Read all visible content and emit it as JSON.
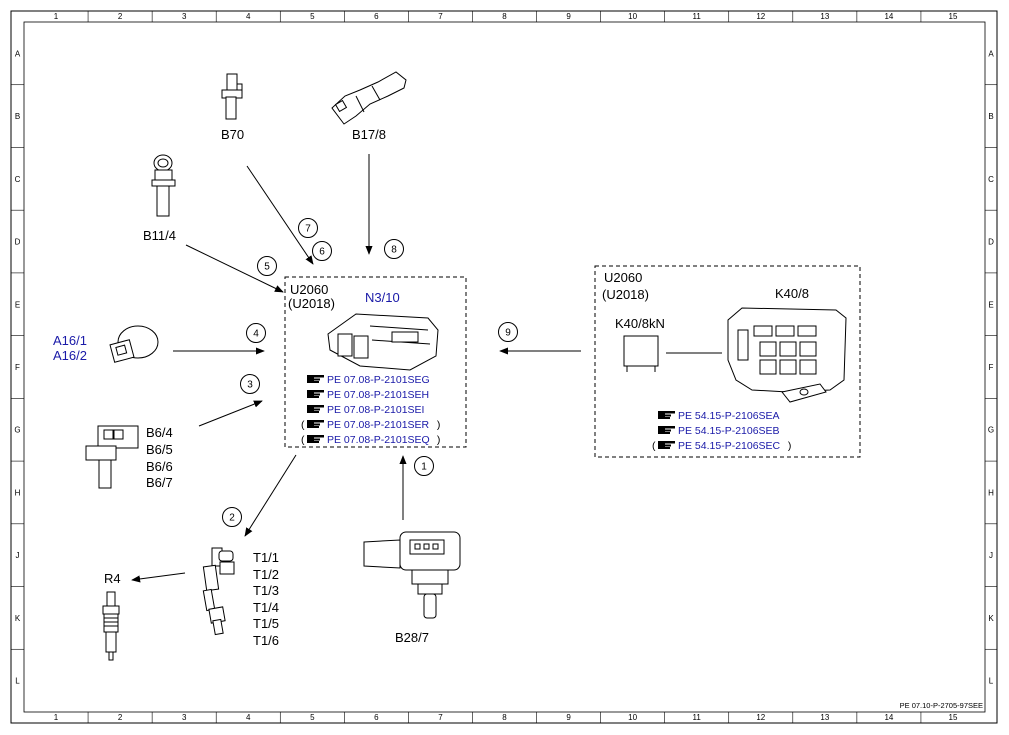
{
  "ruler": {
    "columns": [
      "1",
      "2",
      "3",
      "4",
      "5",
      "6",
      "7",
      "8",
      "9",
      "10",
      "11",
      "12",
      "13",
      "14",
      "15"
    ],
    "rows": [
      "A",
      "B",
      "C",
      "D",
      "E",
      "F",
      "G",
      "H",
      "J",
      "K",
      "L"
    ]
  },
  "components": {
    "b70": "B70",
    "b17_8": "B17/8",
    "b11_4": "B11/4",
    "a16_1": "A16/1",
    "a16_2": "A16/2",
    "b6_group": [
      "B6/4",
      "B6/5",
      "B6/6",
      "B6/7"
    ],
    "t1_group": [
      "T1/1",
      "T1/2",
      "T1/3",
      "T1/4",
      "T1/5",
      "T1/6"
    ],
    "r4": "R4",
    "b28_7": "B28/7"
  },
  "ecu_box": {
    "model": "U2060",
    "model_alt": "(U2018)",
    "name": "N3/10",
    "refs": [
      {
        "text": "PE 07.08-P-2101SEG",
        "paren": false
      },
      {
        "text": "PE 07.08-P-2101SEH",
        "paren": false
      },
      {
        "text": "PE 07.08-P-2101SEI",
        "paren": false
      },
      {
        "text": "PE 07.08-P-2101SER",
        "paren": true
      },
      {
        "text": "PE 07.08-P-2101SEQ",
        "paren": true
      }
    ]
  },
  "relay_box": {
    "model": "U2060",
    "model_alt": "(U2018)",
    "relay": "K40/8kN",
    "module": "K40/8",
    "refs": [
      {
        "text": "PE 54.15-P-2106SEA",
        "paren": false
      },
      {
        "text": "PE 54.15-P-2106SEB",
        "paren": false
      },
      {
        "text": "PE 54.15-P-2106SEC",
        "paren": true
      }
    ]
  },
  "callouts": [
    "1",
    "2",
    "3",
    "4",
    "5",
    "6",
    "7",
    "8",
    "9"
  ],
  "footer": "PE 07.10-P-2705-97SEE",
  "colors": {
    "accent_blue": "#1a1aa8",
    "line": "#000000"
  }
}
